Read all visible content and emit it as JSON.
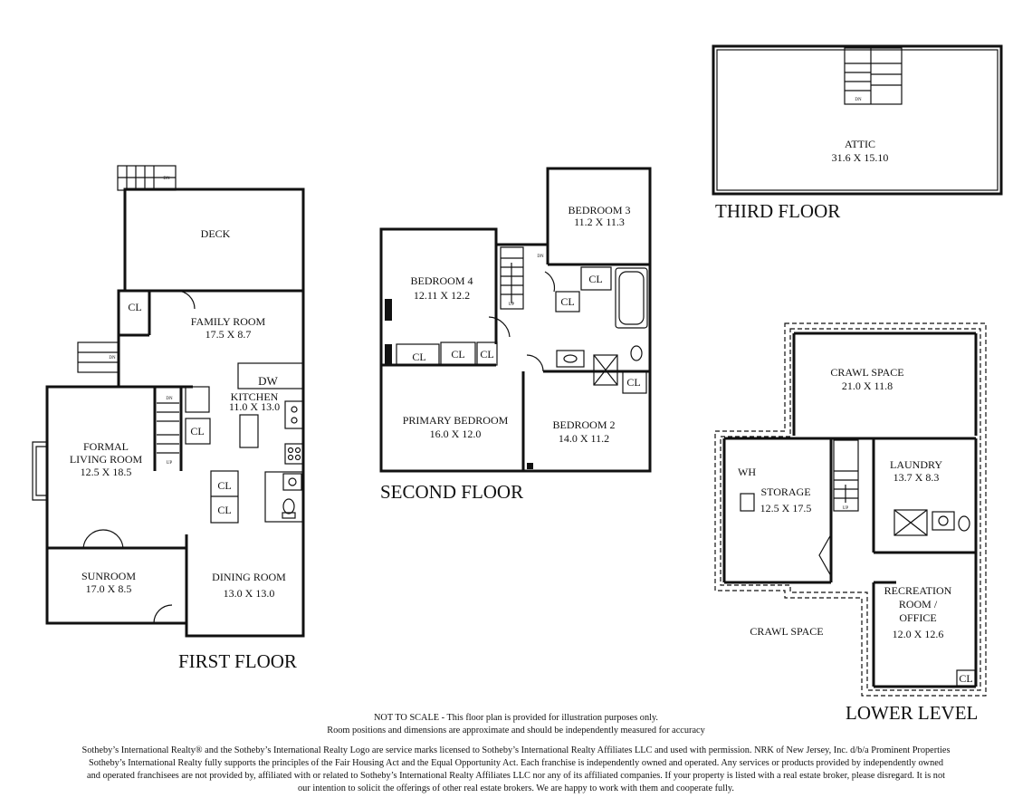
{
  "floors": {
    "first": {
      "title": "FIRST FLOOR",
      "rooms": {
        "deck": {
          "name": "DECK",
          "dims": ""
        },
        "family": {
          "name": "FAMILY ROOM",
          "dims": "17.5 X 8.7"
        },
        "kitchen": {
          "name": "KITCHEN",
          "dims": "11.0 X 13.0"
        },
        "formal": {
          "name1": "FORMAL",
          "name2": "LIVING ROOM",
          "dims": "12.5 X 18.5"
        },
        "sunroom": {
          "name": "SUNROOM",
          "dims": "17.0 X 8.5"
        },
        "dining": {
          "name": "DINING ROOM",
          "dims": "13.0 X 13.0"
        }
      },
      "labels": {
        "dw": "DW",
        "cl": "CL",
        "dn": "DN",
        "up": "UP"
      }
    },
    "second": {
      "title": "SECOND FLOOR",
      "rooms": {
        "bed4": {
          "name": "BEDROOM 4",
          "dims": "12.11 X 12.2"
        },
        "bed3": {
          "name": "BEDROOM 3",
          "dims": "11.2 X 11.3"
        },
        "primary": {
          "name": "PRIMARY BEDROOM",
          "dims": "16.0 X 12.0"
        },
        "bed2": {
          "name": "BEDROOM 2",
          "dims": "14.0 X 11.2"
        }
      },
      "labels": {
        "cl": "CL",
        "dn": "DN",
        "up": "UP"
      }
    },
    "third": {
      "title": "THIRD FLOOR",
      "rooms": {
        "attic": {
          "name": "ATTIC",
          "dims": "31.6 X 15.10"
        }
      },
      "labels": {
        "dn": "DN"
      }
    },
    "lower": {
      "title": "LOWER LEVEL",
      "rooms": {
        "crawl_top": {
          "name": "CRAWL SPACE",
          "dims": "21.0 X 11.8"
        },
        "storage": {
          "name": "STORAGE",
          "dims": "12.5 X 17.5"
        },
        "laundry": {
          "name": "LAUNDRY",
          "dims": "13.7 X 8.3"
        },
        "rec": {
          "name1": "RECREATION",
          "name2": "ROOM /",
          "name3": "OFFICE",
          "dims": "12.0 X 12.6"
        },
        "crawl_bottom": {
          "name": "CRAWL SPACE"
        }
      },
      "labels": {
        "wh": "WH",
        "cl": "CL",
        "up": "UP"
      }
    }
  },
  "notes": {
    "line1": "NOT TO SCALE - This floor plan is provided for illustration purposes only.",
    "line2": "Room positions and dimensions are approximate and should be independently measured for accuracy"
  },
  "legal": {
    "line1": "Sotheby’s International Realty® and the Sotheby’s International Realty Logo are service marks licensed to Sotheby’s International Realty Affiliates LLC and used with permission. NRK of New Jersey, Inc. d/b/a Prominent Properties",
    "line2": "Sotheby’s International Realty fully supports the principles of the Fair Housing Act and the Equal Opportunity Act. Each franchise is independently owned and operated. Any services or products provided by independently owned",
    "line3": "and operated franchisees are not provided by, affiliated with or related to Sotheby’s International Realty Affiliates LLC nor any of its affiliated companies. If your property is listed with a real estate broker, please disregard. It is not",
    "line4": "our intention to solicit the offerings of other real estate brokers. We are happy to work with them and cooperate fully."
  }
}
